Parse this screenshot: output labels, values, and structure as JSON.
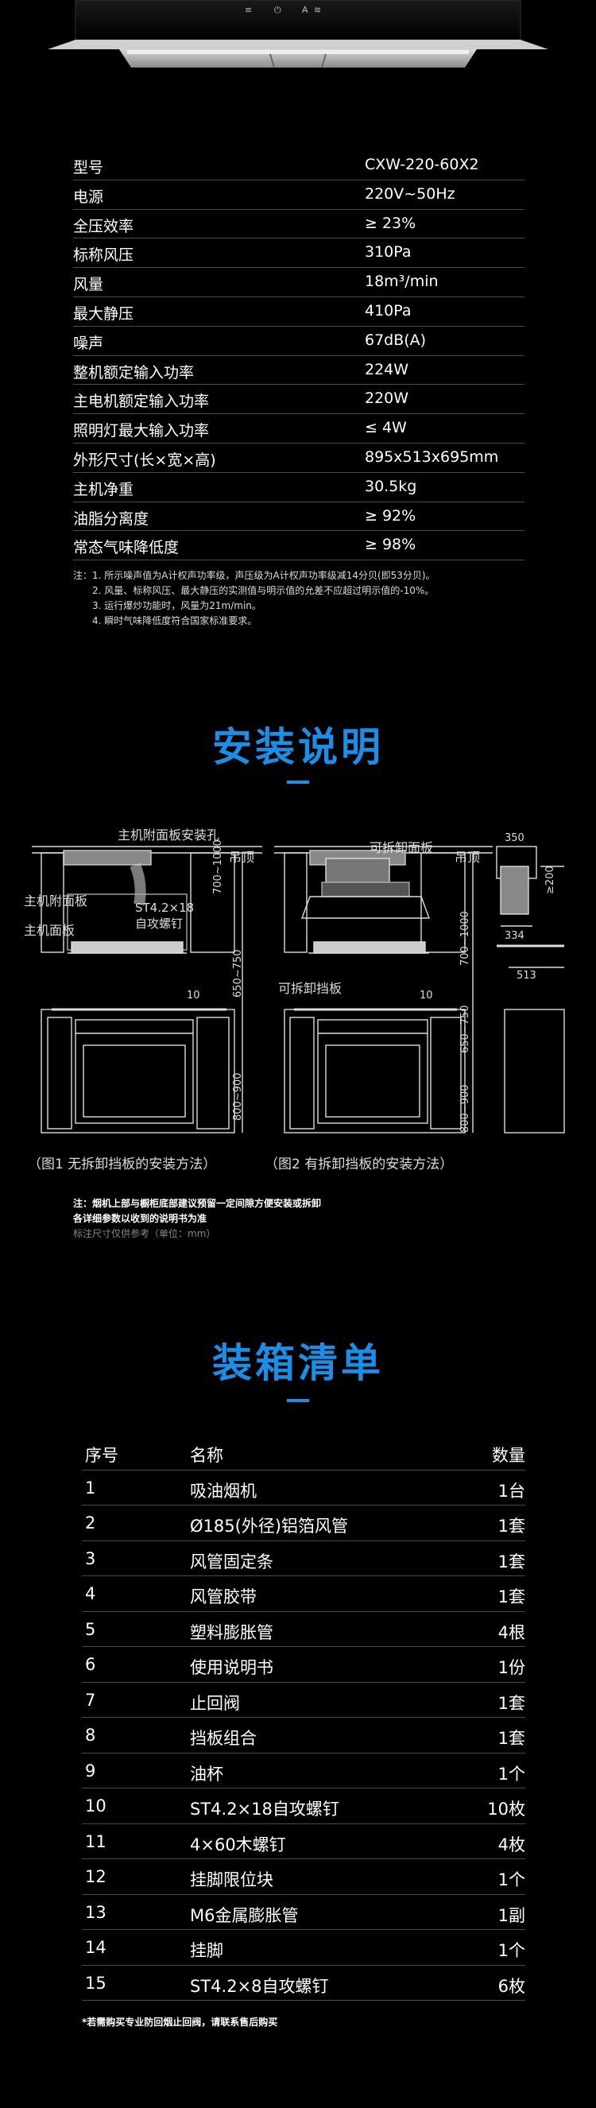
{
  "hood_panel_glyphs": [
    "≡",
    "⏻",
    "A",
    "≋"
  ],
  "specs": [
    {
      "key": "型号",
      "value": "CXW-220-60X2"
    },
    {
      "key": "电源",
      "value": "220V~50Hz"
    },
    {
      "key": "全压效率",
      "value": "≥ 23%"
    },
    {
      "key": "标称风压",
      "value": "310Pa"
    },
    {
      "key": "风量",
      "value": "18m³/min"
    },
    {
      "key": "最大静压",
      "value": "410Pa"
    },
    {
      "key": "噪声",
      "value": "67dB(A)"
    },
    {
      "key": "整机额定输入功率",
      "value": "224W"
    },
    {
      "key": "主电机额定输入功率",
      "value": "220W"
    },
    {
      "key": "照明灯最大输入功率",
      "value": "≤ 4W"
    },
    {
      "key": "外形尺寸(长×宽×高)",
      "value": "895x513x695mm"
    },
    {
      "key": "主机净重",
      "value": "30.5kg"
    },
    {
      "key": "油脂分离度",
      "value": "≥ 92%"
    },
    {
      "key": "常态气味降低度",
      "value": "≥ 98%"
    }
  ],
  "notes": {
    "prefix": "注：",
    "lines": [
      "1. 所示噪声值为A计权声功率级，声压级为A计权声功率级减14分贝(即53分贝)。",
      "2. 风量、标称风压、最大静压的实测值与明示值的允差不应超过明示值的-10%。",
      "3. 运行爆炒功能时，风量为21m/min。",
      "4. 瞬时气味降低度符合国家标准要求。"
    ]
  },
  "install": {
    "title": "安装说明",
    "labels": {
      "fig1_top": "主机附面板安装孔",
      "ceiling1": "吊顶",
      "screw": "ST4.2×18",
      "screw2": "自攻螺钉",
      "attach_panel": "主机附面板",
      "main_panel": "主机面板",
      "dim_700_1000": "700~1000",
      "dim_10": "10",
      "dim_650_750": "650~750",
      "dim_800_900": "800~900",
      "removable_panel": "可拆卸面板",
      "ceiling2": "吊顶",
      "removable_baffle": "可拆卸挡板",
      "dim_350": "350",
      "dim_200": "≥200",
      "dim_334": "334",
      "dim_513": "513"
    },
    "captions": [
      "（图1 无拆卸挡板的安装方法）",
      "（图2 有拆卸挡板的安装方法）"
    ],
    "notes": [
      "注：烟机上部与橱柜底部建议预留一定间隙方便安装或拆卸",
      "各详细参数以收到的说明书为准",
      "标注尺寸仅供参考（单位：mm）"
    ]
  },
  "packing": {
    "title": "装箱清单",
    "headers": [
      "序号",
      "名称",
      "数量"
    ],
    "rows": [
      [
        "1",
        "吸油烟机",
        "1台"
      ],
      [
        "2",
        "Ø185(外径)铝箔风管",
        "1套"
      ],
      [
        "3",
        "风管固定条",
        "1套"
      ],
      [
        "4",
        "风管胶带",
        "1套"
      ],
      [
        "5",
        "塑料膨胀管",
        "4根"
      ],
      [
        "6",
        "使用说明书",
        "1份"
      ],
      [
        "7",
        "止回阀",
        "1套"
      ],
      [
        "8",
        "挡板组合",
        "1套"
      ],
      [
        "9",
        "油杯",
        "1个"
      ],
      [
        "10",
        "ST4.2×18自攻螺钉",
        "10枚"
      ],
      [
        "11",
        "4×60木螺钉",
        "4枚"
      ],
      [
        "12",
        "挂脚限位块",
        "1个"
      ],
      [
        "13",
        "M6金属膨胀管",
        "1副"
      ],
      [
        "14",
        "挂脚",
        "1个"
      ],
      [
        "15",
        "ST4.2×8自攻螺钉",
        "6枚"
      ]
    ],
    "note": "*若需购买专业防回烟止回阀，请联系售后购买"
  }
}
